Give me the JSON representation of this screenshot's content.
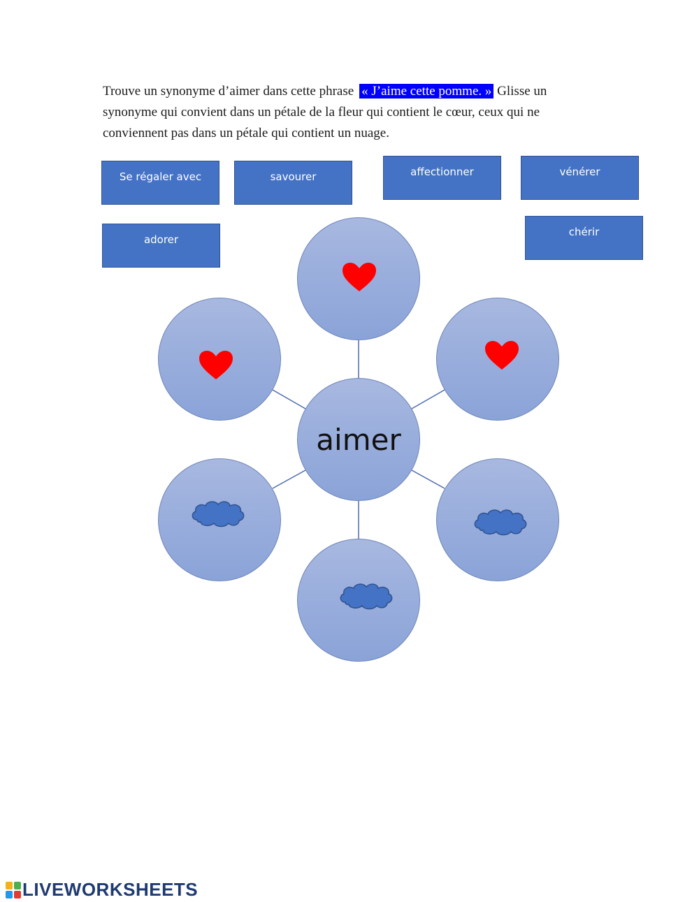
{
  "instructions": {
    "text_before": "Trouve un synonyme d’aimer dans cette phrase",
    "highlight": "« J’aime cette pomme. »",
    "text_after": "Glisse un synonyme qui convient dans un pétale de la fleur qui contient le cœur, ceux qui ne conviennent pas dans un pétale qui contient un nuage."
  },
  "choices": [
    {
      "label": "Se régaler avec"
    },
    {
      "label": "savourer"
    },
    {
      "label": "affectionner"
    },
    {
      "label": "vénérer"
    },
    {
      "label": "adorer"
    },
    {
      "label": "chérir"
    }
  ],
  "flower": {
    "center_label": "aimer",
    "petals": [
      {
        "icon": "heart-icon"
      },
      {
        "icon": "heart-icon"
      },
      {
        "icon": "heart-icon"
      },
      {
        "icon": "cloud-icon"
      },
      {
        "icon": "cloud-icon"
      },
      {
        "icon": "cloud-icon"
      }
    ]
  },
  "colors": {
    "chip": "#4472c4",
    "highlight": "#0000ff",
    "heart": "#ff0000",
    "cloud": "#4472c4"
  },
  "footer": {
    "logo_text": "LIVEWORKSHEETS"
  }
}
